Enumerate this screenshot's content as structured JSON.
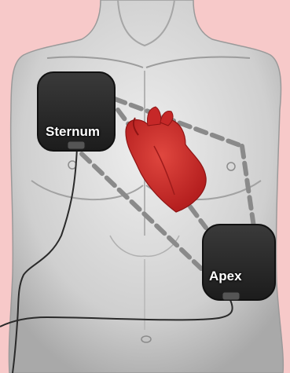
{
  "labels": {
    "sternum": "Sternum",
    "apex": "Apex"
  },
  "icons": {
    "torso": "torso-illustration",
    "heart": "heart-icon",
    "pad_sternum": "electrode-pad-icon",
    "pad_apex": "electrode-pad-icon"
  },
  "colors": {
    "background": "#f7c9c9",
    "skin": "#d9d9d9",
    "pad": "#2e2e2e",
    "heart": "#d32f2f",
    "current_path": "#8a8a8a"
  }
}
